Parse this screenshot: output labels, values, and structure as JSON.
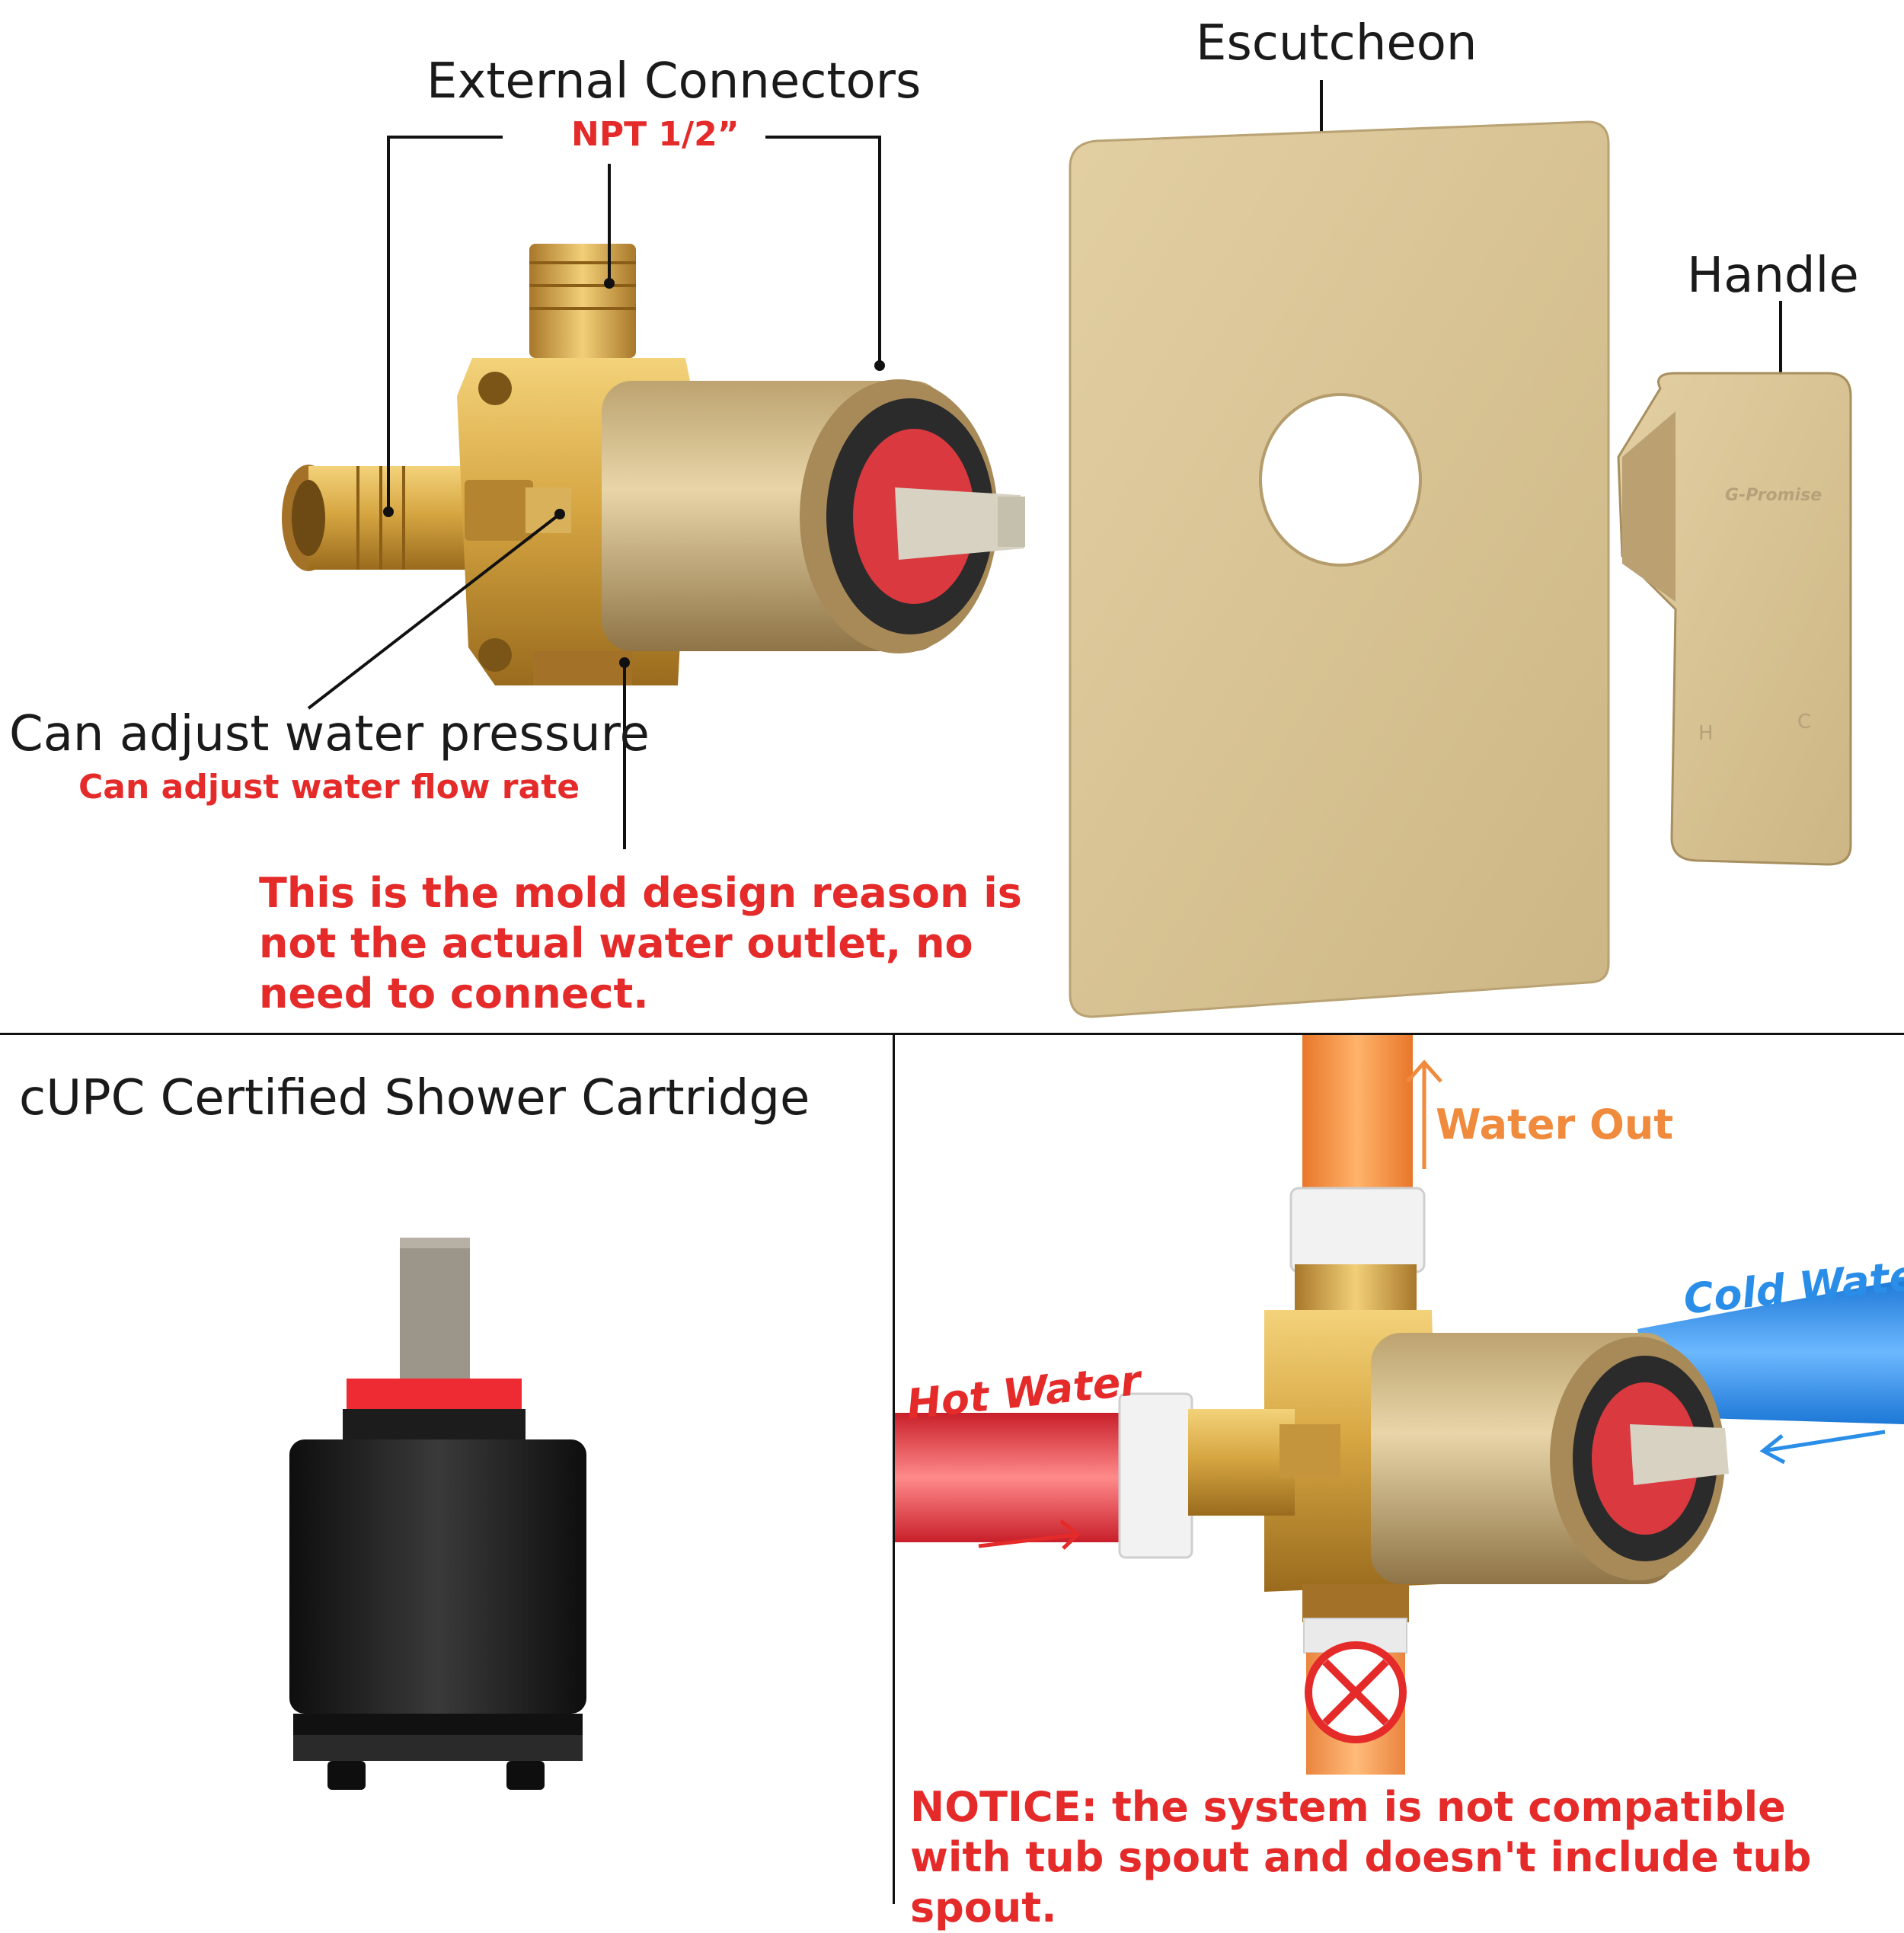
{
  "top": {
    "external_connectors": "External Connectors",
    "npt": "NPT 1/2”",
    "escutcheon": "Escutcheon",
    "handle": "Handle",
    "pressure_main": "Can adjust water pressure",
    "pressure_sub": "Can adjust water flow rate",
    "mold_note": "This is the mold design reason is not the actual water outlet, no need to connect.",
    "brand": "G-Promise",
    "hot_mark": "H",
    "cold_mark": "C"
  },
  "bottom_left": {
    "title": "cUPC Certified Shower Cartridge"
  },
  "bottom_right": {
    "water_out": "Water Out",
    "cold_water": "Cold Water",
    "hot_water": "Hot Water",
    "notice": "NOTICE: the system is not compatible with tub spout and doesn't include tub spout."
  },
  "colors": {
    "brass": "#c9a24a",
    "gold_plate": "#d8c497",
    "red_text": "#e52a2a",
    "orange_pipe": "#f08a3c",
    "blue_pipe": "#2a8ee8",
    "red_pipe": "#e3323a"
  }
}
